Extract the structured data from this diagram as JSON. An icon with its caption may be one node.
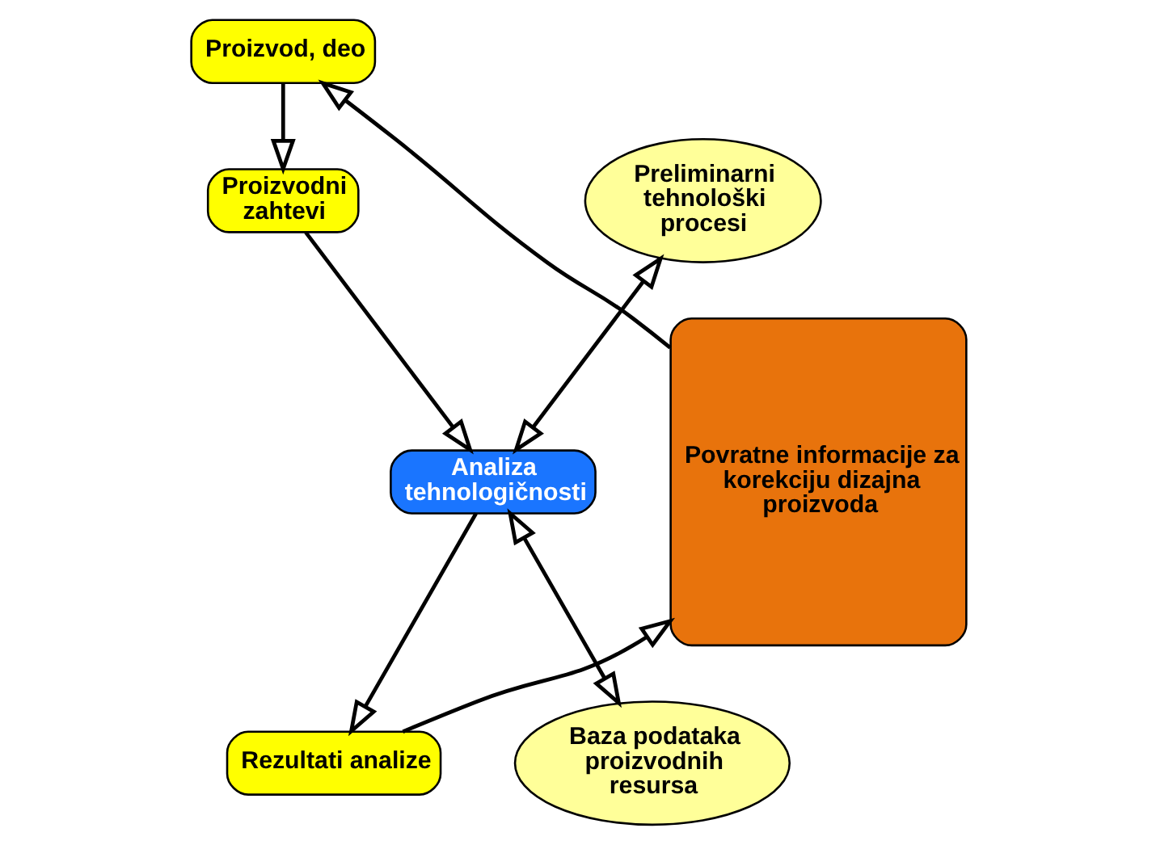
{
  "diagram": {
    "nodes": [
      {
        "text": [
          "Proizvod, deo"
        ]
      },
      {
        "text": [
          "Proizvodni zahtevi"
        ]
      },
      {
        "text": [
          "Preliminarni tehnološki procesi"
        ]
      },
      {
        "text": [
          "Analiza tehnologičnosti"
        ]
      },
      {
        "text": [
          "Baza podataka proizvodnih resursa"
        ]
      },
      {
        "text": [
          "Rezultati analize"
        ]
      },
      {
        "text": [
          "Povratne informacije za korekciju dizajna proizvoda"
        ]
      }
    ],
    "edges": [
      {
        "from": 0,
        "to": 1,
        "arrow": "to"
      },
      {
        "from": 1,
        "to": 3,
        "arrow": "to"
      },
      {
        "from": 2,
        "to": 3,
        "arrow": "both"
      },
      {
        "from": 4,
        "to": 3,
        "arrow": "both"
      },
      {
        "from": 3,
        "to": 5,
        "arrow": "to"
      },
      {
        "from": 5,
        "to": 6,
        "arrow": "to"
      },
      {
        "from": 6,
        "to": 0,
        "arrow": "to"
      }
    ]
  }
}
